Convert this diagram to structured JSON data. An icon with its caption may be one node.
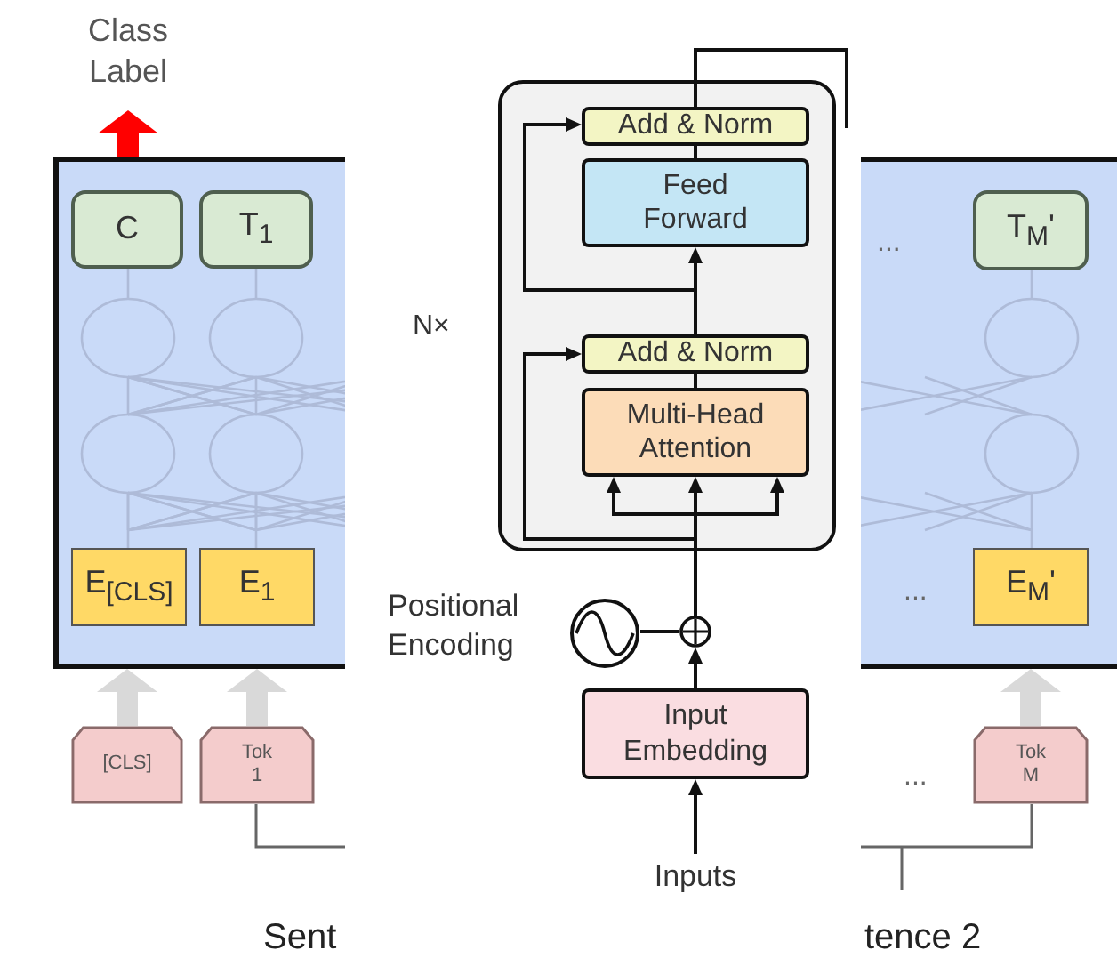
{
  "diagram": {
    "nodes": [
      {
        "text": [
          "Class Label"
        ]
      },
      {
        "text": [],
        "shape": "box"
      },
      {
        "text": [
          "C"
        ],
        "in": 1
      },
      {
        "text": [
          "T$_{1}$"
        ],
        "in": 1
      },
      {
        "text": [],
        "shape": "box",
        "beside": [
          "N×"
        ]
      },
      {
        "text": [
          "Add & Norm"
        ],
        "in": 4
      },
      {
        "text": [
          "Feed Forward"
        ],
        "in": 4
      },
      {
        "text": [
          "Add & Norm"
        ],
        "in": 4
      },
      {
        "text": [
          "Multi-Head Attention"
        ],
        "in": 4
      },
      {
        "text": [],
        "shape": "box"
      },
      {
        "text": [
          "T$_{M}$'"
        ],
        "in": 9
      },
      {
        "text": [
          "E$_{[CLS]}$"
        ],
        "in": 1
      },
      {
        "text": [
          "E$_{1}$"
        ],
        "in": 1
      },
      {
        "text": [
          "E$_{M}$'"
        ],
        "in": 9
      },
      {
        "text": [],
        "shape": "circle",
        "beside": [
          "Positional Encoding"
        ]
      },
      {
        "text": [],
        "shape": "circle"
      },
      {
        "text": [
          "[CLS]"
        ]
      },
      {
        "text": [
          "Tok 1"
        ]
      },
      {
        "text": [
          "Input Embedding"
        ]
      },
      {
        "text": [
          "Tok M"
        ]
      },
      {
        "text": [
          "Inputs"
        ]
      }
    ],
    "edges": [
      {
        "from": 1,
        "to": 0,
        "arrow": "to",
        "style": "thick",
        "color": "#ff0000"
      },
      {
        "from": 16,
        "to": 1,
        "arrow": "to",
        "style": "thick",
        "color": "#d9d9d9"
      },
      {
        "from": 17,
        "to": 1,
        "arrow": "to",
        "style": "thick",
        "color": "#d9d9d9"
      },
      {
        "from": 19,
        "to": 9,
        "arrow": "to",
        "style": "thick",
        "color": "#d9d9d9"
      },
      {
        "from": 20,
        "to": 18,
        "arrow": "to"
      },
      {
        "from": 18,
        "to": 15,
        "arrow": "to"
      },
      {
        "from": 14,
        "to": 15,
        "arrow": "none"
      },
      {
        "from": 15,
        "to": 8,
        "arrow": "to"
      },
      {
        "from": null,
        "to": 7,
        "arrow": "to"
      },
      {
        "from": 8,
        "to": 7,
        "arrow": "none"
      },
      {
        "from": 7,
        "to": 6,
        "arrow": "to"
      },
      {
        "from": null,
        "to": 5,
        "arrow": "to"
      },
      {
        "from": 6,
        "to": 5,
        "arrow": "none"
      },
      {
        "from": 5,
        "to": null,
        "arrow": "none"
      },
      {
        "from": null,
        "to": 8,
        "arrow": "to"
      },
      {
        "from": null,
        "to": 8,
        "arrow": "to"
      }
    ],
    "labels": [
      "...",
      "...",
      "...",
      "Sent",
      "tence 2"
    ]
  }
}
